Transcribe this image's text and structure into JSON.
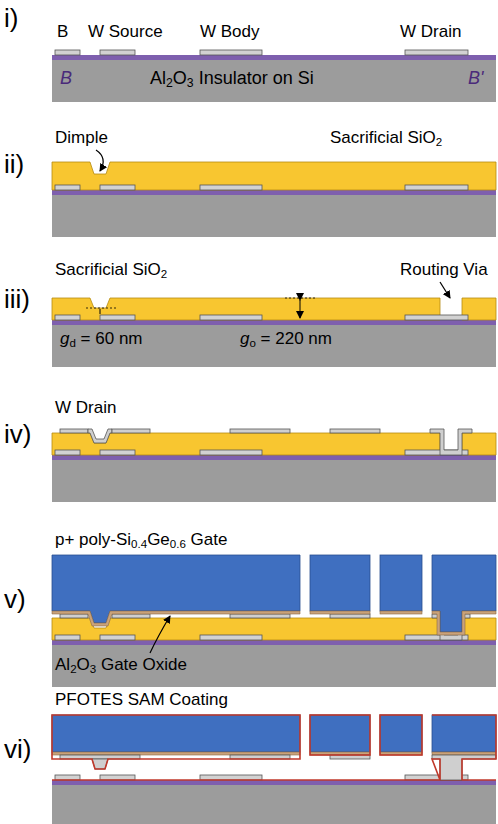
{
  "diagram": {
    "labels": [
      "i)",
      "B",
      "W Source",
      "W Body",
      "W Drain",
      "B",
      "Al2O3 Insulator on Si",
      "B'",
      "ii)",
      "Dimple",
      "Sacrificial SiO2",
      "iii)",
      "Sacrificial SiO2",
      "Routing Via",
      "gd = 60 nm",
      "go = 220 nm",
      "iv)",
      "W Drain",
      "v)",
      "p+ poly-Si0.4Ge0.6 Gate",
      "Al2O3 Gate Oxide",
      "vi)",
      "PFOTES SAM Coating"
    ]
  }
}
